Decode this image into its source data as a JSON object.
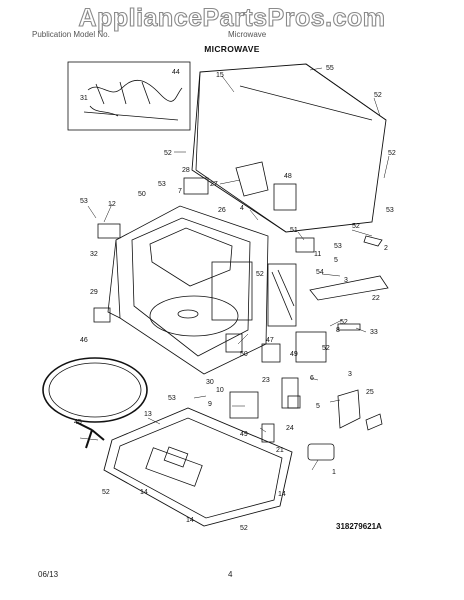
{
  "watermark": "AppliancePartsPros.com",
  "header": {
    "left": "Publication  Model  No.",
    "right": "Microwave"
  },
  "title": "MICROWAVE",
  "drawing_number": "318279621A",
  "footer": {
    "date": "06/13",
    "page": "4"
  },
  "callouts": {
    "c55": "55",
    "c15": "15",
    "c52a": "52",
    "c52b": "52",
    "c52c": "52",
    "c44": "44",
    "c31": "31",
    "c28": "28",
    "c27": "27",
    "c48": "48",
    "c53a": "53",
    "c50a": "50",
    "c7": "7",
    "c53b": "53",
    "c12": "12",
    "c26": "26",
    "c4": "4",
    "c53c": "53",
    "c52d": "52",
    "c2": "2",
    "c51": "51",
    "c53d": "53",
    "c11": "11",
    "c5a": "5",
    "c32": "32",
    "c52e": "52",
    "c54": "54",
    "c3": "3",
    "c22": "22",
    "c29": "29",
    "c52f": "52",
    "c8": "8",
    "c33": "33",
    "c46": "46",
    "c47": "47",
    "c50b": "50",
    "c49a": "49",
    "c52g": "52",
    "c30": "30",
    "c23": "23",
    "c6": "6",
    "c3b": "3",
    "c10": "10",
    "c25": "25",
    "c53e": "53",
    "c9": "9",
    "c5b": "5",
    "c45": "45",
    "c13": "13",
    "c24": "24",
    "c49b": "49",
    "c21": "21",
    "c1": "1",
    "c52h": "52",
    "c14a": "14",
    "c14b": "14",
    "c14c": "14",
    "c52i": "52"
  }
}
